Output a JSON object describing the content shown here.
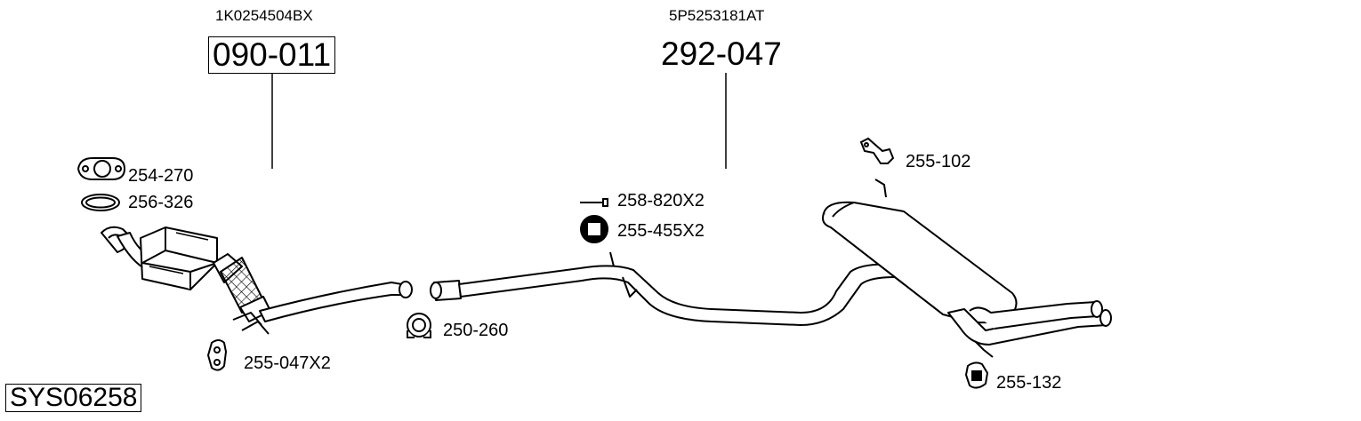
{
  "diagram": {
    "system_code": "SYS06258",
    "main_parts": [
      {
        "oem_number": "1K0254504BX",
        "part_number": "090-011"
      },
      {
        "oem_number": "5P5253181AT",
        "part_number": "292-047"
      }
    ],
    "accessories": [
      {
        "part_number": "254-270"
      },
      {
        "part_number": "256-326"
      },
      {
        "part_number": "255-047X2"
      },
      {
        "part_number": "250-260"
      },
      {
        "part_number": "258-820X2"
      },
      {
        "part_number": "255-455X2"
      },
      {
        "part_number": "255-102"
      },
      {
        "part_number": "255-132"
      }
    ]
  }
}
